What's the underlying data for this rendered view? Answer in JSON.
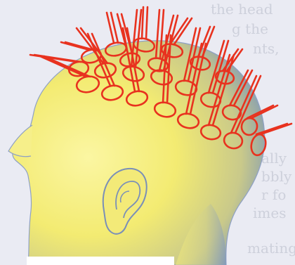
{
  "figure": {
    "subject": "head-side-profile",
    "electrode_color": "#e8321f",
    "head_fill": "#f2ea72",
    "head_shade": "#6f8fbf",
    "outline_color": "#7a8fb8",
    "background_color": "#eaebf3"
  },
  "background_text": {
    "lines": [
      "the head",
      "g the",
      "nts,",
      "ally",
      "bbly",
      "r fo",
      "imes",
      "mating"
    ]
  }
}
